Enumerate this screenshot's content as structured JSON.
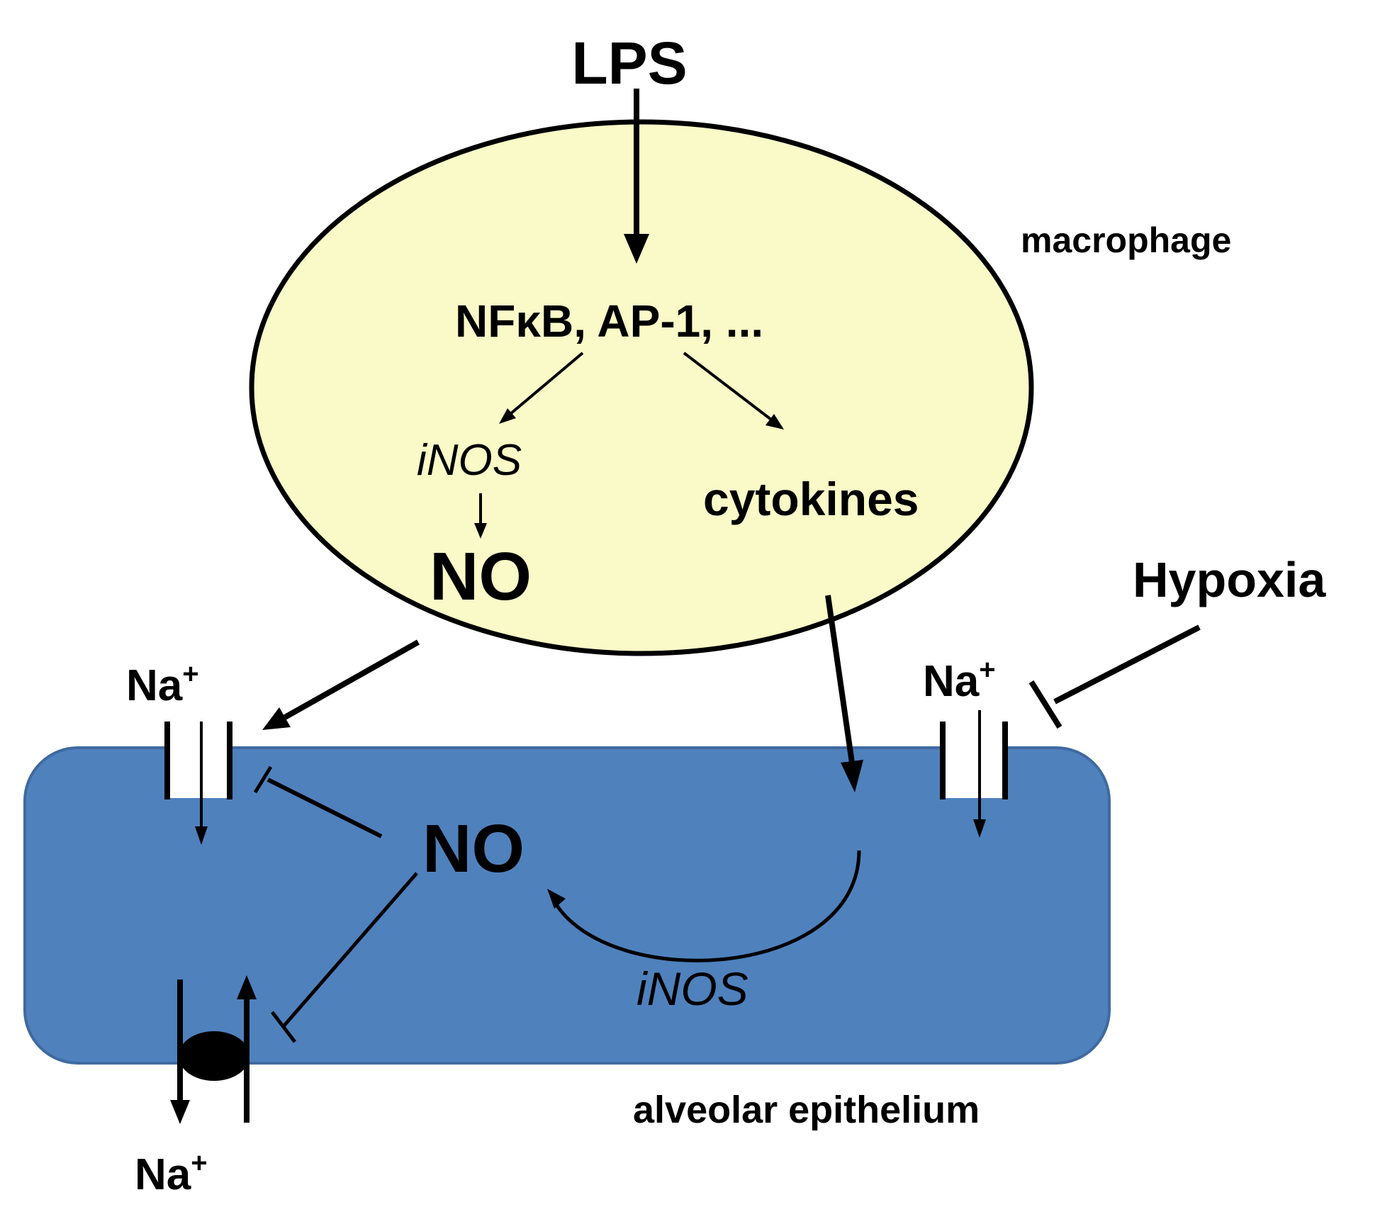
{
  "labels": {
    "lps": "LPS",
    "macrophage": "macrophage",
    "transcription_factors": "NFκB, AP-1, ...",
    "inos_macrophage": "iNOS",
    "no_macrophage": "NO",
    "cytokines": "cytokines",
    "hypoxia": "Hypoxia",
    "na_left_channel": "Na",
    "na_right_channel": "Na",
    "na_pump": "Na",
    "na_superscript": "+",
    "no_epithelium": "NO",
    "inos_epithelium": "iNOS",
    "alveolar_epithelium": "alveolar epithelium"
  },
  "colors": {
    "macrophage_fill": "#fafac8",
    "epithelium_fill": "#4f81bd",
    "epithelium_stroke": "#3f6aa0",
    "ink": "#000000"
  }
}
